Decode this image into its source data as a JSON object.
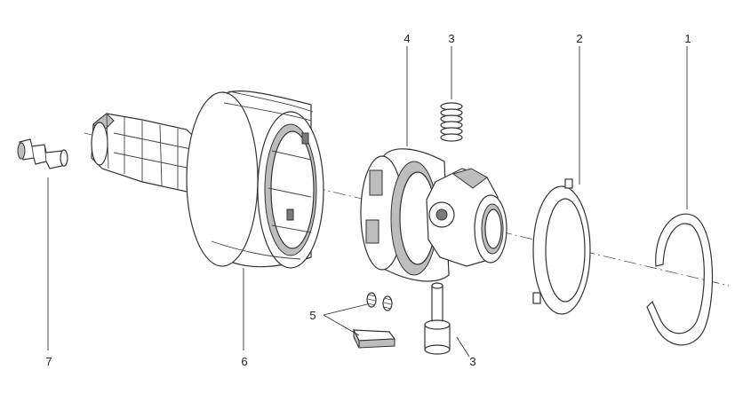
{
  "callouts": {
    "c1": "1",
    "c2": "2",
    "c3_top": "3",
    "c3_bottom": "3",
    "c4": "4",
    "c5": "5",
    "c6": "6",
    "c7": "7"
  },
  "colors": {
    "line": "#333333",
    "fill": "#ffffff",
    "shade": "#bdbdbd"
  }
}
